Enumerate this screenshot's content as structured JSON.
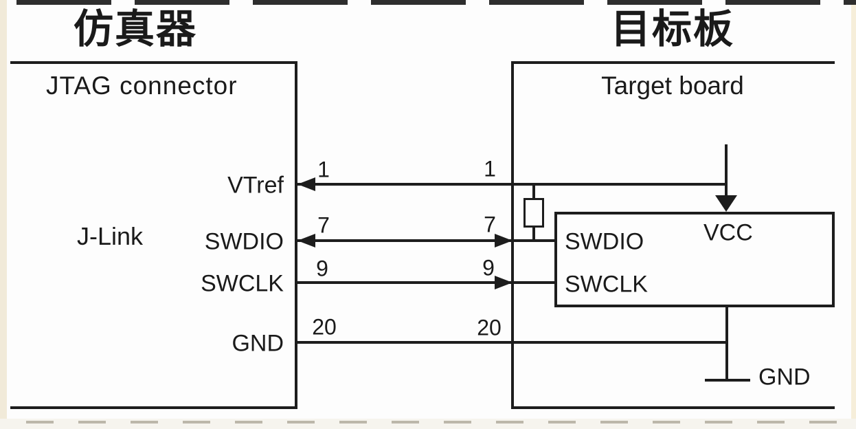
{
  "colors": {
    "line": "#1d1d1d",
    "text": "#1a1a1a",
    "background": "#fdfdfd"
  },
  "emulator": {
    "title": "仿真器",
    "box_label": "JTAG connector",
    "device_label": "J-Link",
    "pins": [
      {
        "name": "VTref",
        "number": "1"
      },
      {
        "name": "SWDIO",
        "number": "7"
      },
      {
        "name": "SWCLK",
        "number": "9"
      },
      {
        "name": "GND",
        "number": "20"
      }
    ]
  },
  "target": {
    "title": "目标板",
    "box_label": "Target board",
    "chip": {
      "swdio_label": "SWDIO",
      "swclk_label": "SWCLK",
      "vcc_label": "VCC"
    },
    "ground_label": "GND"
  }
}
